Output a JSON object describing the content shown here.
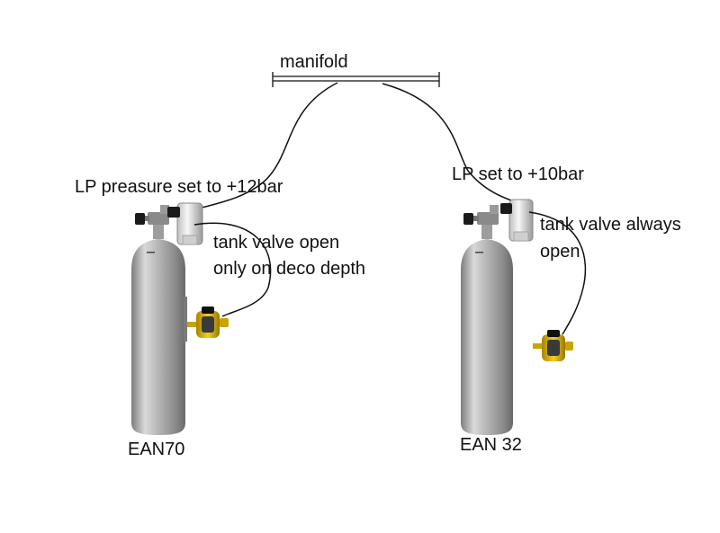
{
  "labels": {
    "manifold": "manifold",
    "left_lp_setting": "LP preasure set to +12bar",
    "right_lp_setting": "LP set to +10bar",
    "left_valve_line1": "tank valve open",
    "left_valve_line2": "only on deco depth",
    "right_valve_line1": "tank valve always",
    "right_valve_line2": "open",
    "left_tank_gas": "EAN70",
    "right_tank_gas": "EAN 32"
  },
  "components": {
    "manifold": "manifold-bar",
    "tanks": [
      "aluminum-cylinder",
      "aluminum-cylinder"
    ],
    "regulators": [
      "first-stage",
      "second-stage"
    ],
    "hoses": [
      "lp-hose",
      "lp-hose"
    ]
  },
  "colors": {
    "line": "#111111",
    "tank_metal": "#b8b8b8",
    "regulator_yellow": "#e0b400",
    "valve_knob": "#1a1a1a",
    "first_stage_chrome": "#e6e6e6"
  }
}
